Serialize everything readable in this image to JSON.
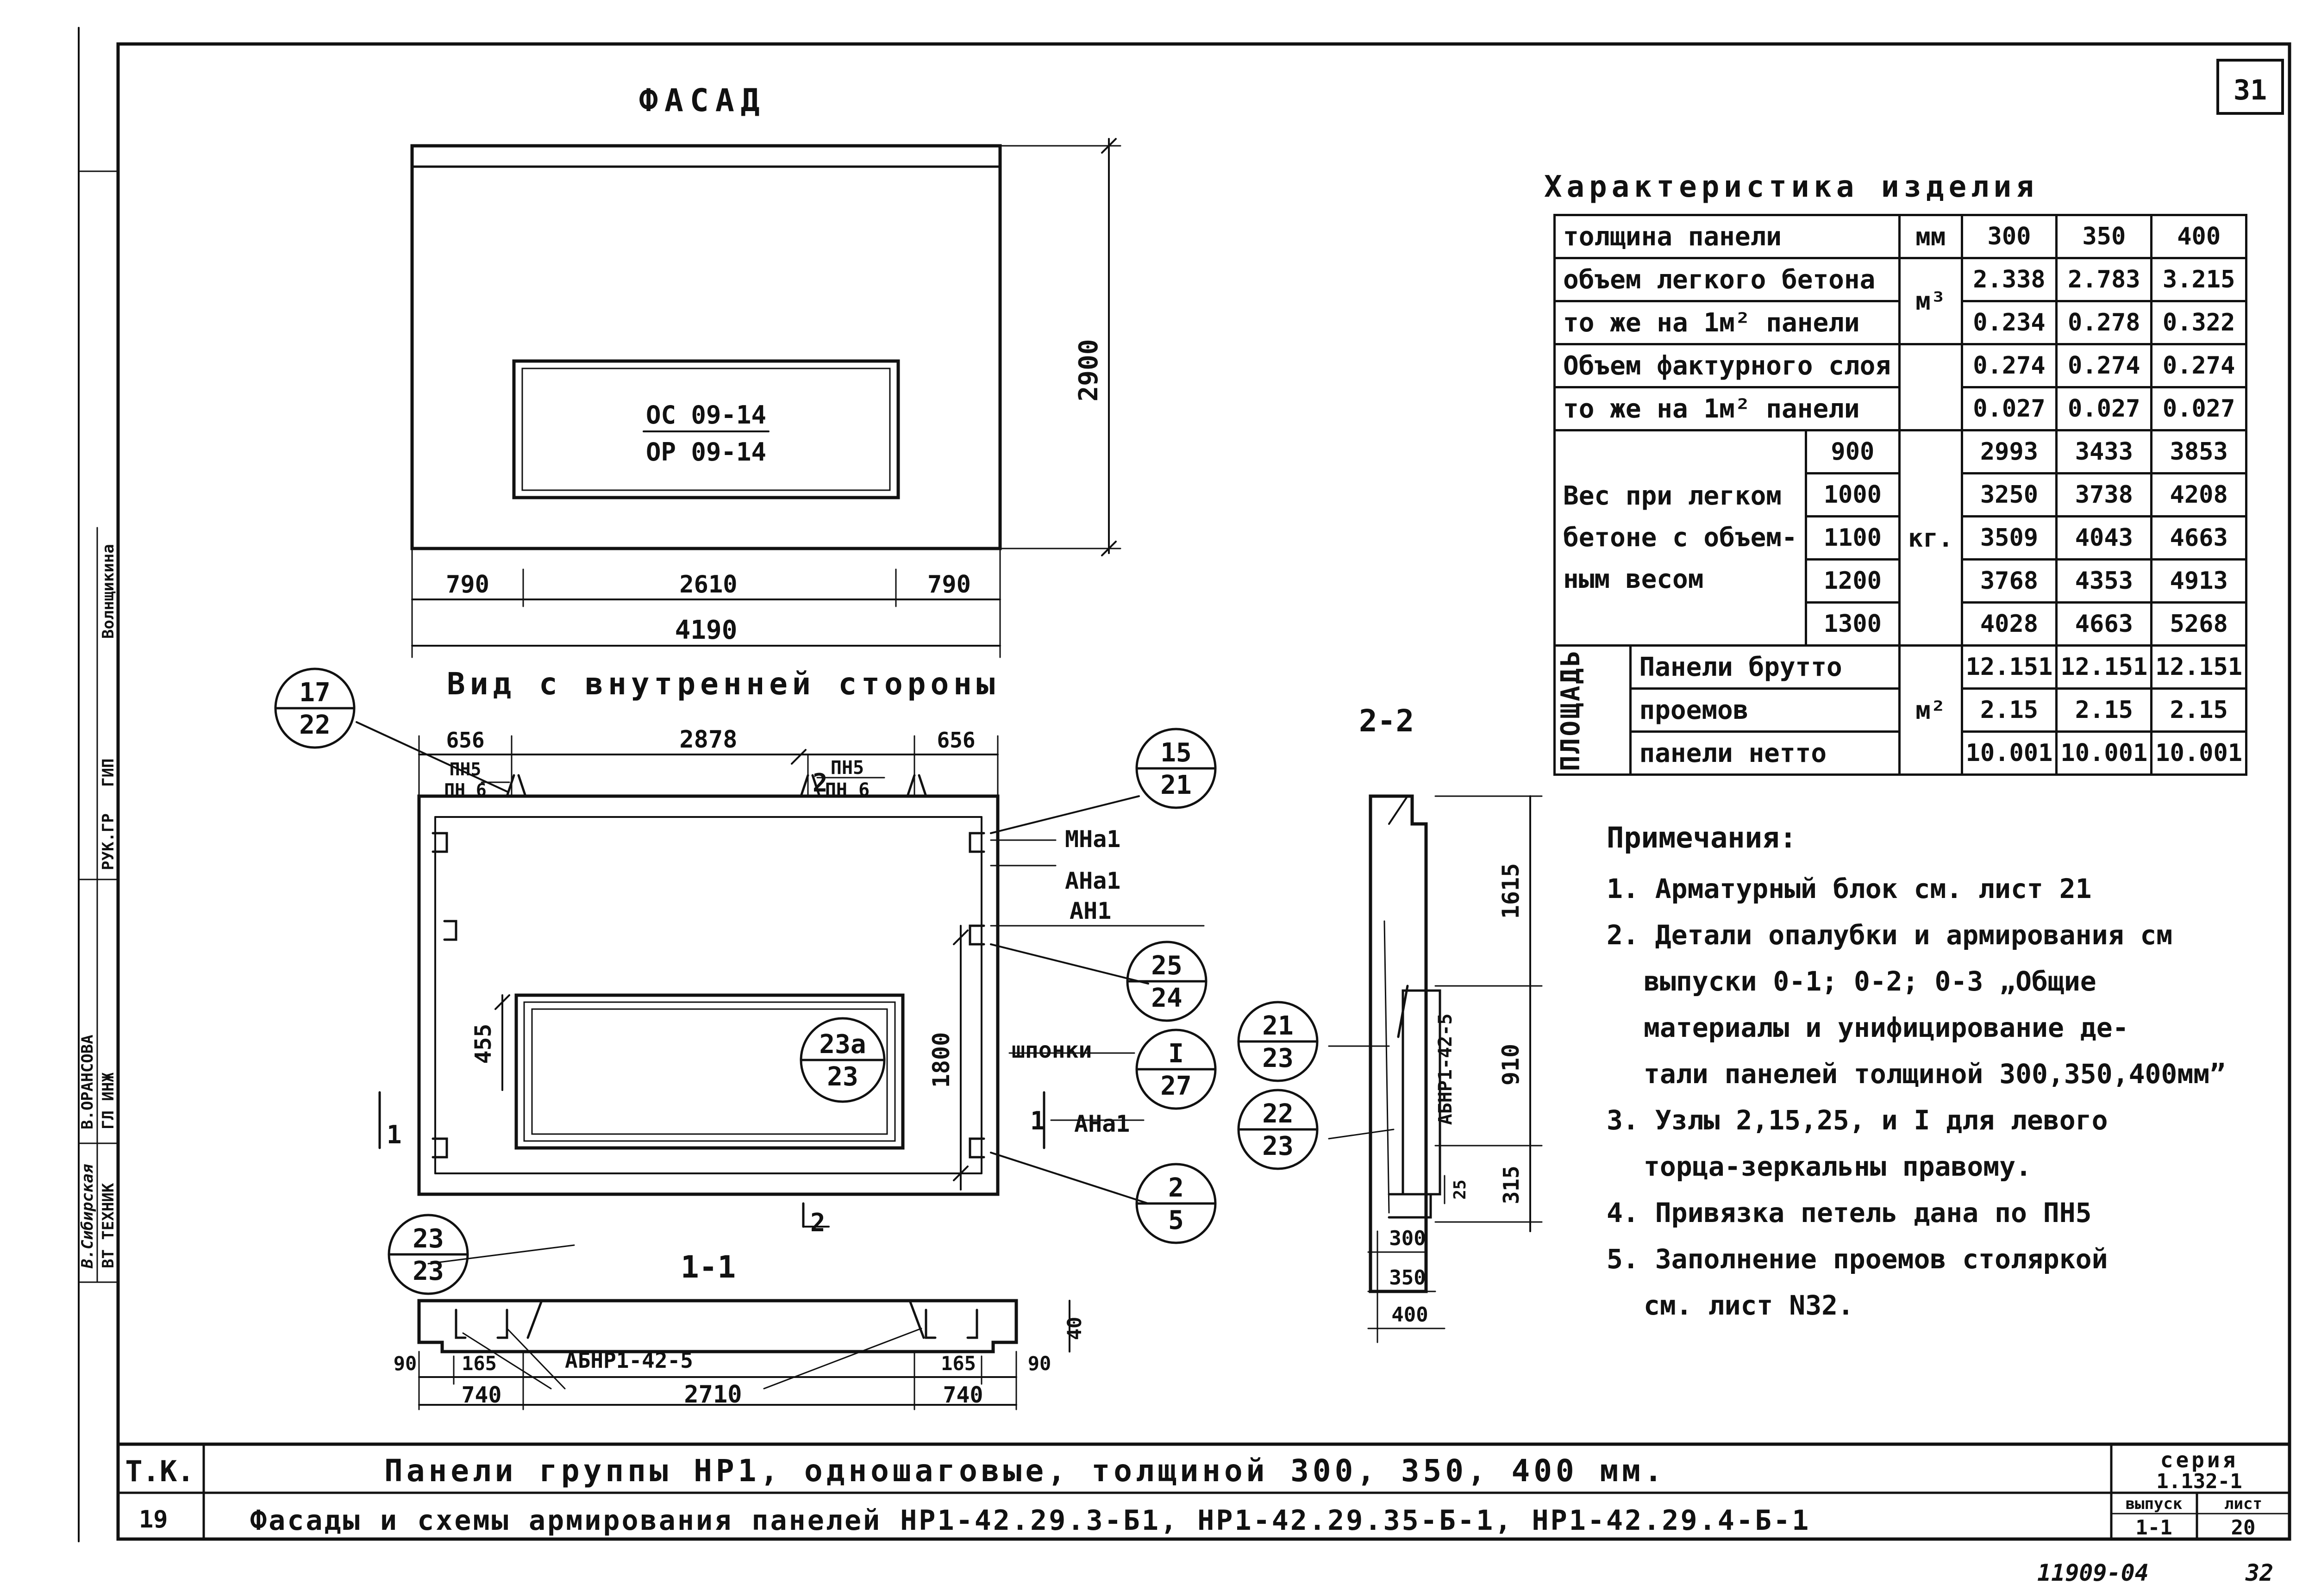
{
  "sheet_number": "31",
  "views": {
    "facade_title": "ФАСАД",
    "inner_view_title": "Вид с внутренней стороны",
    "section_2_2": "2-2",
    "section_1_1": "1-1"
  },
  "facade": {
    "window_mark_top": "ОС 09-14",
    "window_mark_bottom": "ОР 09-14",
    "height_dim": "2900",
    "dims_bottom": [
      "790",
      "2610",
      "790"
    ],
    "total_width": "4190"
  },
  "inner_view": {
    "top_dims": [
      "656",
      "2878",
      "656"
    ],
    "loop_left_top": "ПН5",
    "loop_left_bottom": "ПН 6",
    "loop_mid_top": "ПН5",
    "loop_mid_bottom": "ПН 6",
    "section_mark_2": "2",
    "section_mark_1": "1",
    "dim_455": "455",
    "dim_1800": "1800",
    "callouts": [
      {
        "top": "17",
        "bottom": "22"
      },
      {
        "top": "15",
        "bottom": "21"
      },
      {
        "top": "25",
        "bottom": "24"
      },
      {
        "top": "23а",
        "bottom": "23"
      },
      {
        "top": "I",
        "bottom": "27"
      },
      {
        "top": "2",
        "bottom": "5"
      }
    ],
    "labels": {
      "mna1": "МНа1",
      "ana1_a": "АНа1",
      "an1": "АН1",
      "shponki": "шпонки",
      "ana1_b": "АНа1"
    }
  },
  "section_1_1": {
    "callout": {
      "top": "23",
      "bottom": "23"
    },
    "block_label": "АБНР1-42-5",
    "dims_left": [
      "90",
      "165",
      "740"
    ],
    "dim_mid": "2710",
    "dims_right": [
      "165",
      "740",
      "90"
    ],
    "dim_40": "40"
  },
  "section_2_2": {
    "callout_a": {
      "top": "21",
      "bottom": "23"
    },
    "callout_b": {
      "top": "22",
      "bottom": "23"
    },
    "block_label": "АБНР1-42-5",
    "dims_vertical": [
      "1615",
      "910",
      "315"
    ],
    "dim_25": "25",
    "thickness": [
      "300",
      "350",
      "400"
    ]
  },
  "characteristics": {
    "title": "Характеристика изделия",
    "thickness_label": "толщина панели",
    "thickness_unit": "мм",
    "thickness": [
      "300",
      "350",
      "400"
    ],
    "volume_light": {
      "label": "объем легкого бетона",
      "values": [
        "2.338",
        "2.783",
        "3.215"
      ]
    },
    "volume_per_m2": {
      "label": "то же на 1м² панели",
      "values": [
        "0.234",
        "0.278",
        "0.322"
      ]
    },
    "unit_m3": "м³",
    "volume_facing": {
      "label": "Объем фактурного слоя",
      "values": [
        "0.274",
        "0.274",
        "0.274"
      ]
    },
    "facing_per_m2": {
      "label": "то же на 1м² панели",
      "values": [
        "0.027",
        "0.027",
        "0.027"
      ]
    },
    "weight_label_1": "Вес при легком",
    "weight_label_2": "бетоне с объем-",
    "weight_label_3": "ным весом",
    "unit_kg": "кг.",
    "weights": [
      {
        "density": "900",
        "values": [
          "2993",
          "3433",
          "3853"
        ]
      },
      {
        "density": "1000",
        "values": [
          "3250",
          "3738",
          "4208"
        ]
      },
      {
        "density": "1100",
        "values": [
          "3509",
          "4043",
          "4663"
        ]
      },
      {
        "density": "1200",
        "values": [
          "3768",
          "4353",
          "4913"
        ]
      },
      {
        "density": "1300",
        "values": [
          "4028",
          "4663",
          "5268"
        ]
      }
    ],
    "area_label": "ПЛОЩАДЬ",
    "unit_m2": "м²",
    "areas": [
      {
        "label": "Панели брутто",
        "values": [
          "12.151",
          "12.151",
          "12.151"
        ]
      },
      {
        "label": "проемов",
        "values": [
          "2.15",
          "2.15",
          "2.15"
        ]
      },
      {
        "label": "панели нетто",
        "values": [
          "10.001",
          "10.001",
          "10.001"
        ]
      }
    ]
  },
  "notes": {
    "title": "Примечания:",
    "lines": [
      "1. Арматурный блок см. лист 21",
      "2. Детали опалубки и армирования см",
      "выпуски 0-1; 0-2; 0-3 „Общие",
      "материалы и унифицирование де-",
      "тали панелей толщиной 300,350,400мм”",
      "3. Узлы 2,15,25, и I для левого",
      "торца-зеркальны правому.",
      "4. Привязка петель дана по ПН5",
      "5. Заполнение проемов столяркой",
      "см. лист N32."
    ]
  },
  "title_block": {
    "tk": "Т.К.",
    "line1": "Панели группы НР1, одношаговые, толщиной 300, 350, 400 мм.",
    "line2": "Фасады и схемы армирования панелей НР1-42.29.3-Б1, НР1-42.29.35-Б-1, НР1-42.29.4-Б-1",
    "year": "19",
    "series_label": "серия",
    "series_value": "1.132-1",
    "issue_label": "выпуск",
    "issue_value": "1-1",
    "sheet_label": "лист",
    "sheet_value": "20",
    "stamp_number": "11909-04",
    "page_corner": "32"
  },
  "side_stamp": {
    "roles": [
      "ВТ ТЕХНИК",
      "ГЛ ИНЖ",
      "РУК.ГР",
      "ГИП"
    ],
    "names": [
      "В.Сибирская",
      "В.ОРАНСОВА",
      "Волнщикина"
    ]
  }
}
